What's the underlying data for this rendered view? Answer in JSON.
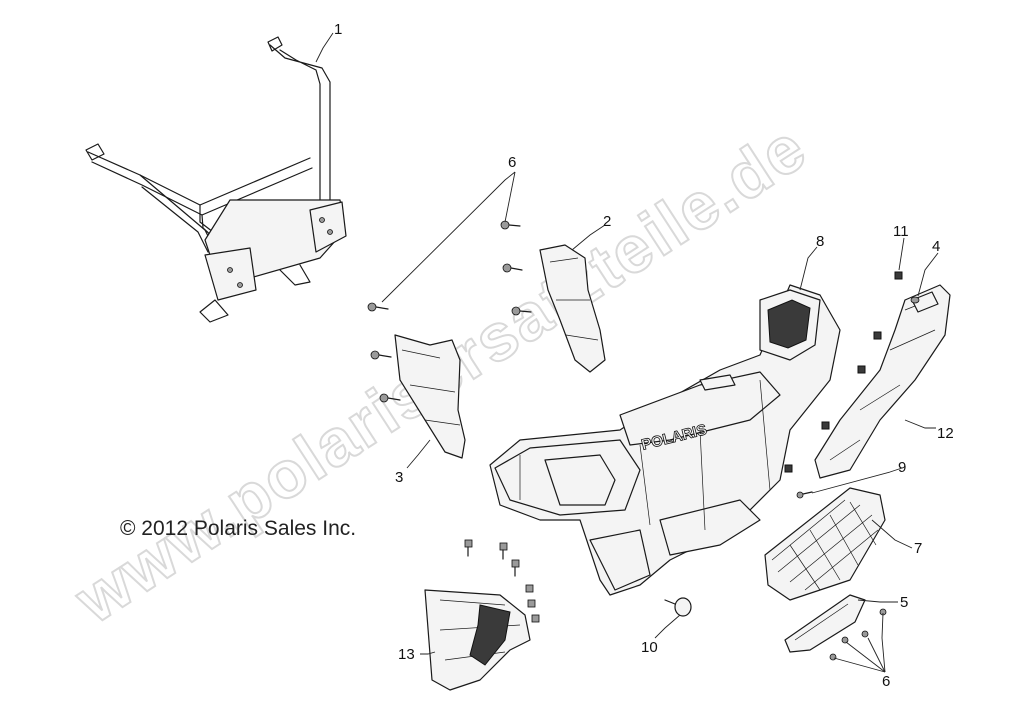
{
  "watermark": "www.polarisersatzteile.de",
  "copyright": "© 2012 Polaris Sales Inc.",
  "brand_logo": "POLARIS",
  "callouts": {
    "c1": "1",
    "c2": "2",
    "c3": "3",
    "c4": "4",
    "c5": "5",
    "c6a": "6",
    "c6b": "6",
    "c7": "7",
    "c8": "8",
    "c9": "9",
    "c10": "10",
    "c11": "11",
    "c12": "12",
    "c13": "13"
  }
}
